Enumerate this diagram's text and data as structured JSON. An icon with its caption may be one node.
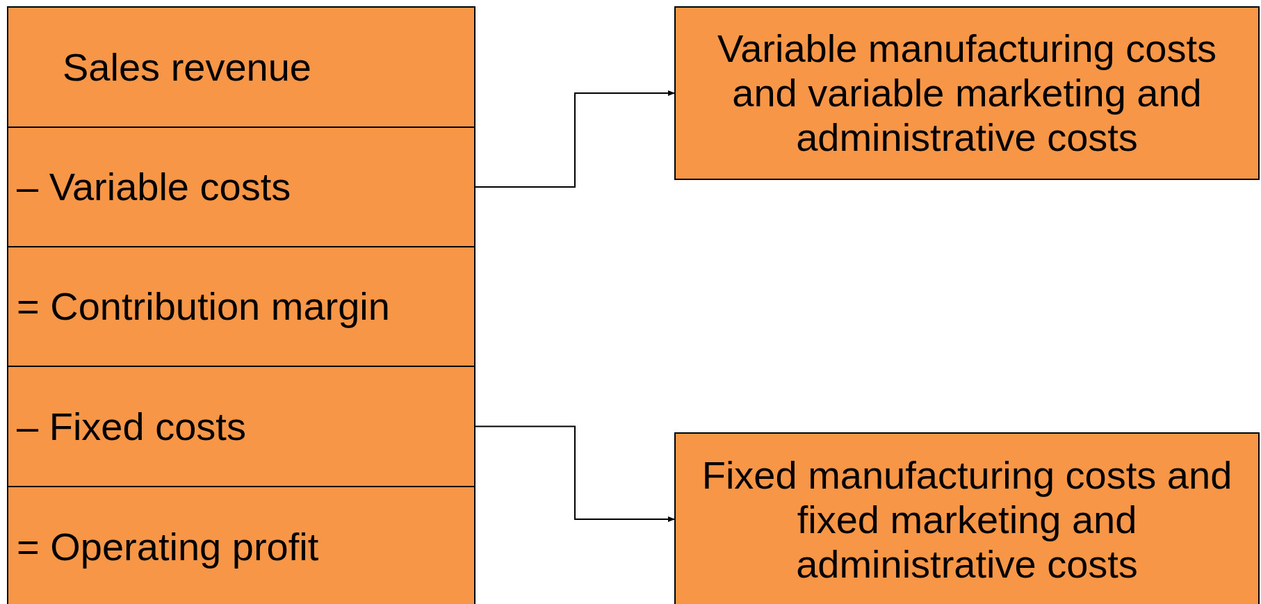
{
  "diagram": {
    "nodes": [
      {
        "text": [
          "Sales revenue"
        ]
      },
      {
        "text": [
          "– Variable costs"
        ]
      },
      {
        "text": [
          "= Contribution margin"
        ]
      },
      {
        "text": [
          "– Fixed costs"
        ]
      },
      {
        "text": [
          "= Operating profit"
        ]
      },
      {
        "text": [
          "Variable manufacturing costs and variable marketing and administrative costs"
        ]
      },
      {
        "text": [
          "Fixed manufacturing costs and fixed marketing and administrative costs"
        ]
      }
    ],
    "edges": [
      {
        "from": 1,
        "to": 5,
        "arrow": "to"
      },
      {
        "from": 3,
        "to": 6,
        "arrow": "to"
      }
    ]
  }
}
